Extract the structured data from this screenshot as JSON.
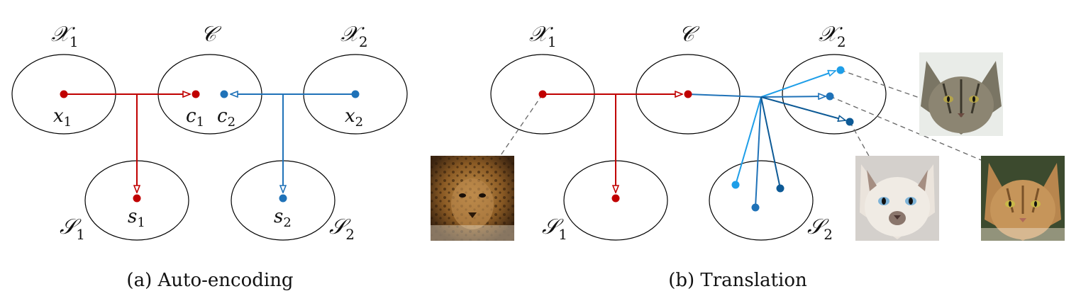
{
  "colors": {
    "red": "#c00000",
    "blue": "#1f72b8",
    "light_blue": "#1e9ee8",
    "dark_blue": "#0d5a96",
    "ellipse_stroke": "#000000"
  },
  "panel_a": {
    "caption": "(a) Auto-encoding",
    "sets": {
      "x1": {
        "sym": "𝒳",
        "sub": "1"
      },
      "c": {
        "sym": "𝒞",
        "sub": ""
      },
      "x2": {
        "sym": "𝒳",
        "sub": "2"
      },
      "s1": {
        "sym": "𝒮",
        "sub": "1"
      },
      "s2": {
        "sym": "𝒮",
        "sub": "2"
      }
    },
    "points": {
      "x1": {
        "sym": "x",
        "sub": "1"
      },
      "c1": {
        "sym": "c",
        "sub": "1"
      },
      "c2": {
        "sym": "c",
        "sub": "2"
      },
      "x2": {
        "sym": "x",
        "sub": "2"
      },
      "s1": {
        "sym": "s",
        "sub": "1"
      },
      "s2": {
        "sym": "s",
        "sub": "2"
      }
    }
  },
  "panel_b": {
    "caption": "(b) Translation",
    "sets": {
      "x1": {
        "sym": "𝒳",
        "sub": "1"
      },
      "c": {
        "sym": "𝒞",
        "sub": ""
      },
      "x2": {
        "sym": "𝒳",
        "sub": "2"
      },
      "s1": {
        "sym": "𝒮",
        "sub": "1"
      },
      "s2": {
        "sym": "𝒮",
        "sub": "2"
      }
    },
    "images": {
      "leopard": "leopard photo",
      "cat_tabby": "tabby cat photo",
      "cat_siamese": "siamese cat photo",
      "cat_orange": "orange tabby cat photo"
    }
  }
}
